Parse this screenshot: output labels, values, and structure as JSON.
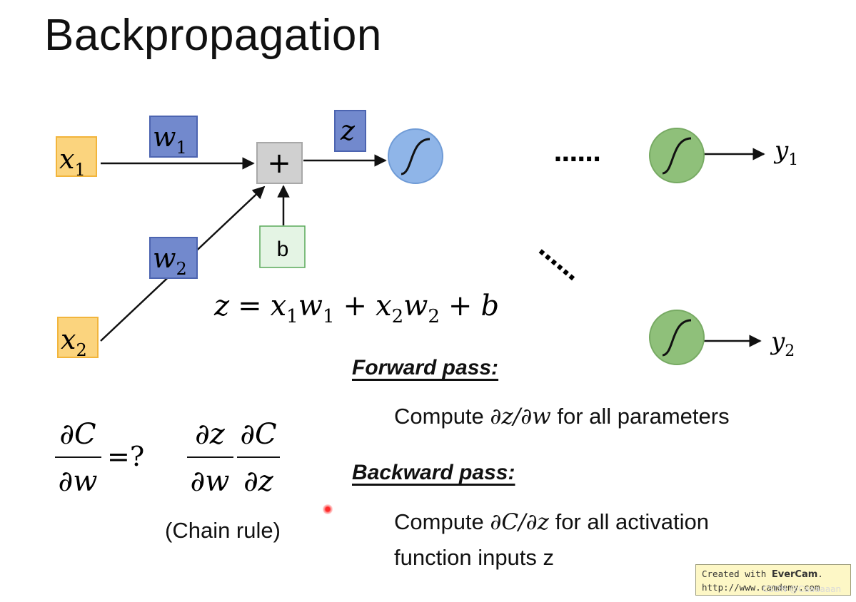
{
  "title": "Backpropagation",
  "diagram": {
    "inputs": [
      {
        "base": "x",
        "sub": "1"
      },
      {
        "base": "x",
        "sub": "2"
      }
    ],
    "weights": [
      {
        "base": "w",
        "sub": "1"
      },
      {
        "base": "w",
        "sub": "2"
      }
    ],
    "sum_symbol": "+",
    "bias_label": "b",
    "z_label": "z",
    "dots_horizontal": "......",
    "dots_diagonal": "......",
    "outputs": [
      {
        "base": "y",
        "sub": "1"
      },
      {
        "base": "y",
        "sub": "2"
      }
    ],
    "colors": {
      "input_fill": "#fbd47e",
      "input_border": "#f2b53c",
      "weight_fill": "#7289cd",
      "weight_border": "#4c64b0",
      "sum_fill": "#d0d0d0",
      "bias_fill": "#e4f4e4",
      "bias_border": "#5aa95a",
      "neuron_blue": "#8fb5e8",
      "neuron_green": "#8fc07a"
    }
  },
  "equation": {
    "lhs": "z",
    "equals": "=",
    "t1_base": "x",
    "t1_sub": "1",
    "t1_w": "w",
    "t1_wsub": "1",
    "plus1": "+",
    "t2_base": "x",
    "t2_sub": "2",
    "t2_w": "w",
    "t2_wsub": "2",
    "plus2": "+",
    "bias": "b"
  },
  "derivative": {
    "num": "∂C",
    "den": "∂w",
    "eq_q": "=?",
    "chain_num1": "∂z",
    "chain_den1": "∂w",
    "chain_num2": "∂C",
    "chain_den2": "∂z",
    "chain_rule_label": "(Chain rule)"
  },
  "forward": {
    "heading": "Forward pass:",
    "text_pre": "Compute ",
    "math": "∂z/∂w",
    "text_post": " for all parameters"
  },
  "backward": {
    "heading": "Backward pass:",
    "text_pre": "Compute ",
    "math": "∂C/∂z",
    "text_post": " for all activation",
    "text_line2": "function inputs z"
  },
  "watermark": {
    "line1_pre": "Created with ",
    "line1_brand": "EverCam",
    "line1_post": ".",
    "line2": "http://www.camdemy.com",
    "overlay": "CSDN @Caaaaaan"
  }
}
